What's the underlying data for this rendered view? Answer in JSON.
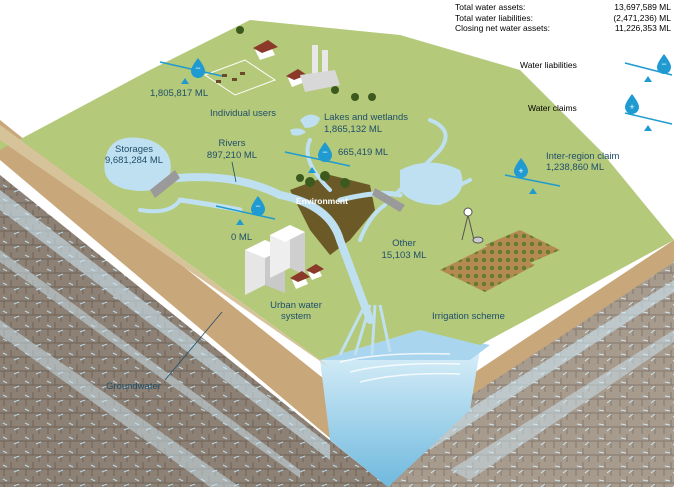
{
  "summary": {
    "rows": [
      {
        "label": "Total water assets:",
        "value": "13,697,589 ML"
      },
      {
        "label": "Total water liabilities:",
        "value": "(2,471,236) ML"
      },
      {
        "label": "Closing net water assets:",
        "value": "11,226,353 ML"
      }
    ]
  },
  "legend": {
    "liabilities": "Water liabilities",
    "claims": "Water claims"
  },
  "labels": {
    "individual_users_value": "1,805,817 ML",
    "individual_users": "Individual users",
    "lakes": "Lakes and wetlands",
    "lakes_value": "1,865,132 ML",
    "lakes_flow_value": "665,419 ML",
    "storages": "Storages",
    "storages_value": "9,681,284 ML",
    "rivers": "Rivers",
    "rivers_value": "897,210 ML",
    "environment": "Environment",
    "urban_value": "0 ML",
    "urban_line1": "Urban water",
    "urban_line2": "system",
    "other": "Other",
    "other_value": "15,103 ML",
    "inter_region": "Inter-region claim",
    "inter_region_value": "1,238,860 ML",
    "irrigation": "Irrigation scheme",
    "groundwater": "Groundwater"
  },
  "colors": {
    "land": "#b4c97a",
    "water": "#bfe0f0",
    "accent": "#1f9bd1",
    "text": "#1f4e6a",
    "soil": "#c8a77a"
  }
}
